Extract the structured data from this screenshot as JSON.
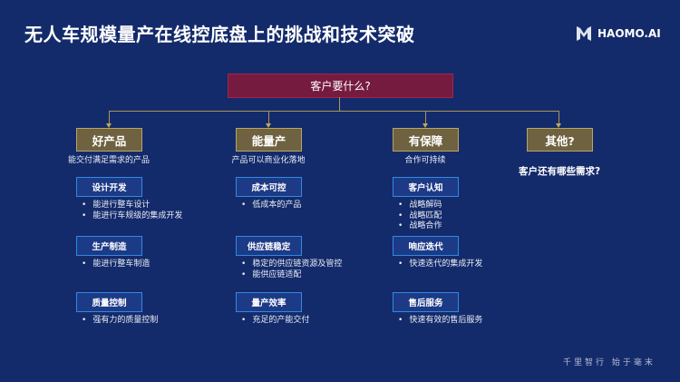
{
  "title": "无人车规模量产在线控底盘上的挑战和技术突破",
  "logo": "HAOMO.AI",
  "root": "客户要什么?",
  "categories": [
    {
      "label": "好产品",
      "desc": "能交付满足需求的产品"
    },
    {
      "label": "能量产",
      "desc": "产品可以商业化落地"
    },
    {
      "label": "有保障",
      "desc": "合作可持续"
    },
    {
      "label": "其他?",
      "desc": "客户还有哪些需求?"
    }
  ],
  "columns": [
    [
      {
        "label": "设计开发",
        "items": [
          "能进行整车设计",
          "能进行车规级的集成开发"
        ]
      },
      {
        "label": "生产制造",
        "items": [
          "能进行整车制造"
        ]
      },
      {
        "label": "质量控制",
        "items": [
          "强有力的质量控制"
        ]
      }
    ],
    [
      {
        "label": "成本可控",
        "items": [
          "低成本的产品"
        ]
      },
      {
        "label": "供应链稳定",
        "items": [
          "稳定的供应链资源及管控",
          "能供应链适配"
        ]
      },
      {
        "label": "量产效率",
        "items": [
          "充足的产能交付"
        ]
      }
    ],
    [
      {
        "label": "客户认知",
        "items": [
          "战略解码",
          "战略匹配",
          "战略合作"
        ]
      },
      {
        "label": "响应迭代",
        "items": [
          "快速迭代的集成开发"
        ]
      },
      {
        "label": "售后服务",
        "items": [
          "快速有效的售后服务"
        ]
      }
    ]
  ],
  "footer": "千里智行  始于毫末"
}
